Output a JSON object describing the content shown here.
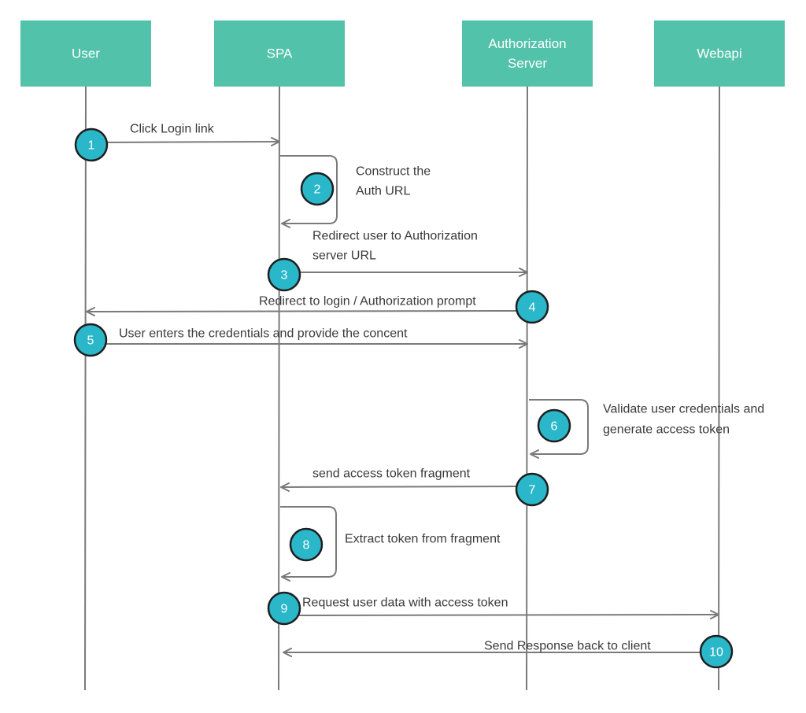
{
  "colors": {
    "header_fill": "#52c2aa",
    "badge_fill": "#2ab7c9",
    "line": "#7a7a7a",
    "text": "#3a3a3a"
  },
  "participants": [
    {
      "id": "user",
      "lines": [
        "User"
      ]
    },
    {
      "id": "spa",
      "lines": [
        "SPA"
      ]
    },
    {
      "id": "auth",
      "lines": [
        "Authorization",
        "Server"
      ]
    },
    {
      "id": "webapi",
      "lines": [
        "Webapi"
      ]
    }
  ],
  "steps": [
    {
      "number": "1",
      "text": [
        "Click Login link"
      ]
    },
    {
      "number": "2",
      "text": [
        "Construct the",
        "Auth URL"
      ]
    },
    {
      "number": "3",
      "text": [
        "Redirect user to Authorization",
        "server URL"
      ]
    },
    {
      "number": "4",
      "text": [
        "Redirect to login / Authorization prompt"
      ]
    },
    {
      "number": "5",
      "text": [
        "User enters the credentials and provide the concent"
      ]
    },
    {
      "number": "6",
      "text": [
        "Validate user credentials and",
        "generate access token"
      ]
    },
    {
      "number": "7",
      "text": [
        "send access token fragment"
      ]
    },
    {
      "number": "8",
      "text": [
        "Extract token from fragment"
      ]
    },
    {
      "number": "9",
      "text": [
        "Request user data with access token"
      ]
    },
    {
      "number": "10",
      "text": [
        "Send Response back to client"
      ]
    }
  ]
}
